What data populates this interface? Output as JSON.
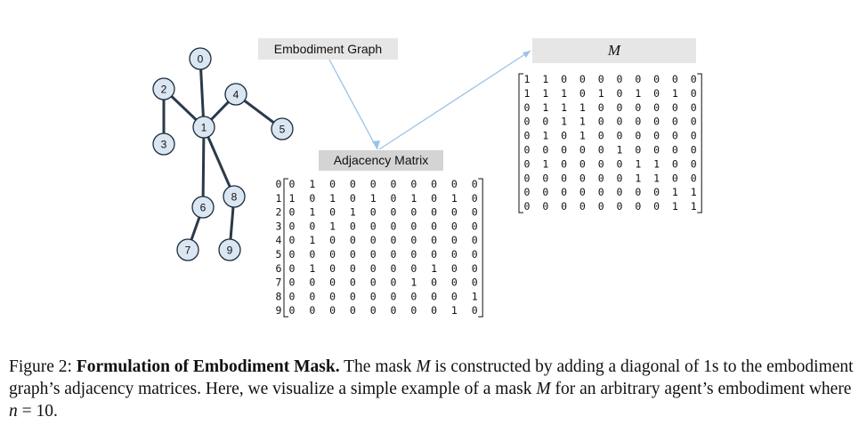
{
  "graph": {
    "nodes": [
      "0",
      "1",
      "2",
      "3",
      "4",
      "5",
      "6",
      "7",
      "8",
      "9"
    ],
    "edges": [
      [
        0,
        1
      ],
      [
        1,
        2
      ],
      [
        2,
        3
      ],
      [
        1,
        4
      ],
      [
        4,
        5
      ],
      [
        1,
        6
      ],
      [
        1,
        8
      ],
      [
        6,
        7
      ],
      [
        8,
        9
      ]
    ]
  },
  "labels": {
    "embodiment_graph": "Embodiment Graph",
    "adjacency_matrix": "Adjacency Matrix",
    "mask_title": "M"
  },
  "adjacency": {
    "row_labels": [
      "0",
      "1",
      "2",
      "3",
      "4",
      "5",
      "6",
      "7",
      "8",
      "9"
    ],
    "rows": [
      [
        0,
        1,
        0,
        0,
        0,
        0,
        0,
        0,
        0,
        0
      ],
      [
        1,
        0,
        1,
        0,
        1,
        0,
        1,
        0,
        1,
        0
      ],
      [
        0,
        1,
        0,
        1,
        0,
        0,
        0,
        0,
        0,
        0
      ],
      [
        0,
        0,
        1,
        0,
        0,
        0,
        0,
        0,
        0,
        0
      ],
      [
        0,
        1,
        0,
        0,
        0,
        0,
        0,
        0,
        0,
        0
      ],
      [
        0,
        0,
        0,
        0,
        0,
        0,
        0,
        0,
        0,
        0
      ],
      [
        0,
        1,
        0,
        0,
        0,
        0,
        0,
        1,
        0,
        0
      ],
      [
        0,
        0,
        0,
        0,
        0,
        0,
        1,
        0,
        0,
        0
      ],
      [
        0,
        0,
        0,
        0,
        0,
        0,
        0,
        0,
        0,
        1
      ],
      [
        0,
        0,
        0,
        0,
        0,
        0,
        0,
        0,
        1,
        0
      ]
    ]
  },
  "mask": {
    "rows": [
      [
        1,
        1,
        0,
        0,
        0,
        0,
        0,
        0,
        0,
        0
      ],
      [
        1,
        1,
        1,
        0,
        1,
        0,
        1,
        0,
        1,
        0
      ],
      [
        0,
        1,
        1,
        1,
        0,
        0,
        0,
        0,
        0,
        0
      ],
      [
        0,
        0,
        1,
        1,
        0,
        0,
        0,
        0,
        0,
        0
      ],
      [
        0,
        1,
        0,
        1,
        0,
        0,
        0,
        0,
        0,
        0
      ],
      [
        0,
        0,
        0,
        0,
        0,
        1,
        0,
        0,
        0,
        0
      ],
      [
        0,
        1,
        0,
        0,
        0,
        0,
        1,
        1,
        0,
        0
      ],
      [
        0,
        0,
        0,
        0,
        0,
        0,
        1,
        1,
        0,
        0
      ],
      [
        0,
        0,
        0,
        0,
        0,
        0,
        0,
        0,
        1,
        1
      ],
      [
        0,
        0,
        0,
        0,
        0,
        0,
        0,
        0,
        1,
        1
      ]
    ]
  },
  "caption": {
    "figure_label": "Figure 2:",
    "title": "Formulation of Embodiment Mask.",
    "text_1": "The mask",
    "var_M": "M",
    "text_2": "is constructed by adding a diagonal of 1s to the embodiment graph’s adjacency matrices. Here, we visualize a simple example of a mask",
    "var_M2": "M",
    "text_3": "for an arbitrary agent’s embodiment where",
    "var_n": "n",
    "text_4": "= 10."
  }
}
